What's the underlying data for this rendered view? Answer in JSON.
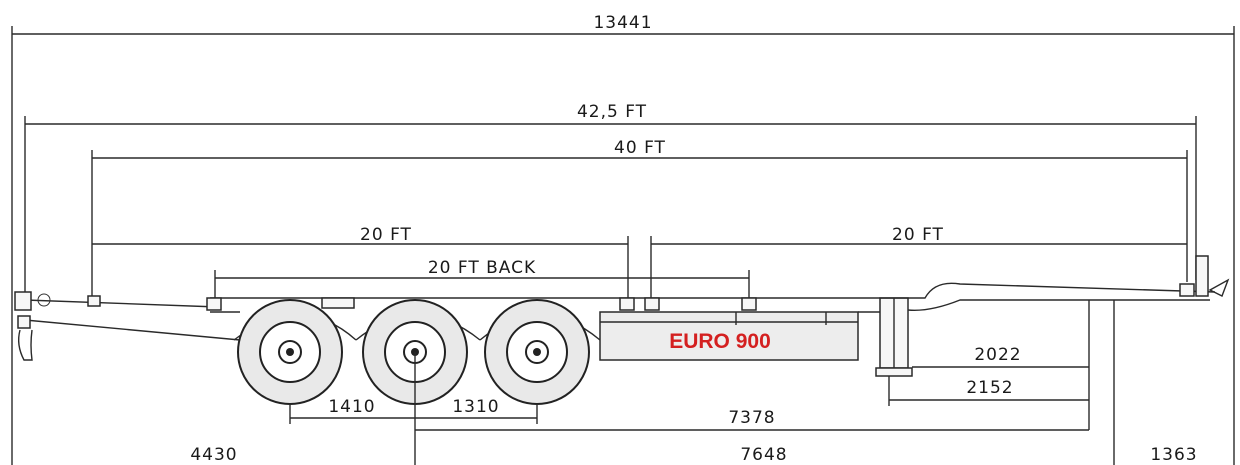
{
  "brand": {
    "label": "EURO 900",
    "color": "#d42020"
  },
  "dimensions": {
    "overall_mm": "13441",
    "ft_42_5": "42,5 FT",
    "ft_40": "40 FT",
    "ft_20_front": "20 FT",
    "ft_20_rear": "20 FT",
    "ft_20_back": "20 FT BACK",
    "d_2022": "2022",
    "d_2152": "2152",
    "d_7378": "7378",
    "d_1410": "1410",
    "d_1310": "1310",
    "d_4430": "4430",
    "d_7648": "7648",
    "d_1363": "1363"
  }
}
